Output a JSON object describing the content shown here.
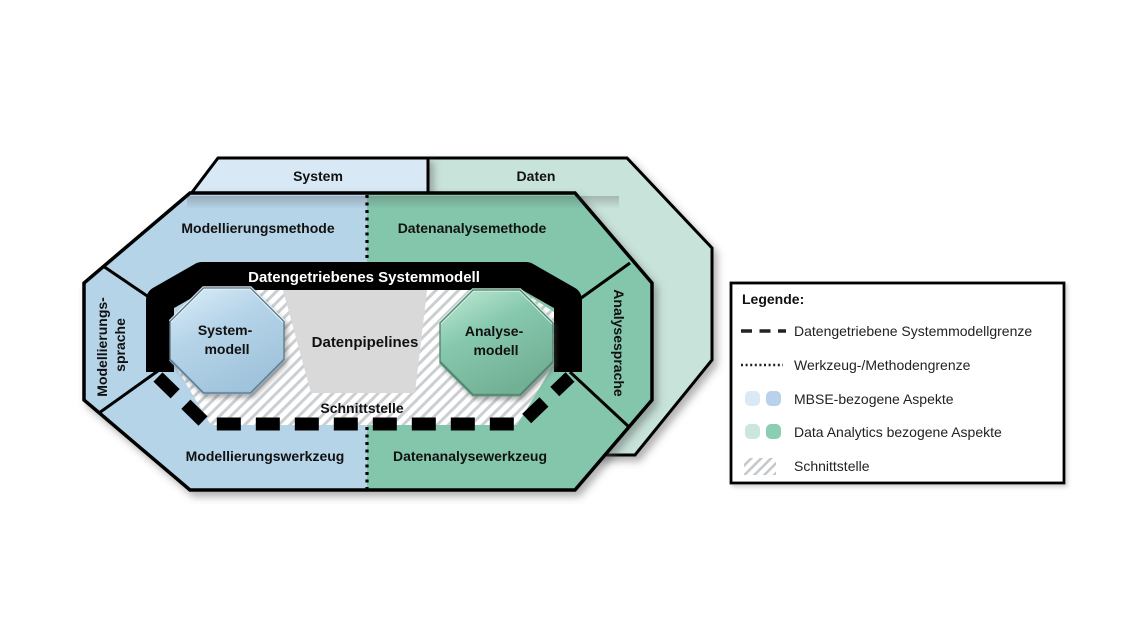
{
  "colors": {
    "background": "#ffffff",
    "system_band_blue": "#d8e8f4",
    "daten_band_green": "#c8e3da",
    "mbse_blue": "#b6d4e8",
    "analytics_green": "#84c6ac",
    "pipelines_gray": "#d9d9d9",
    "ring_black": "#000000",
    "systemmodell_blue": "#b4d3e8",
    "analysemodell_green": "#86c8ae",
    "legend_light_blue": "#dbe9f6",
    "legend_blue": "#b7d2ea",
    "legend_light_green": "#cbe7db",
    "legend_green": "#8bceb4"
  },
  "diagram": {
    "band_system": "System",
    "band_daten": "Daten",
    "section_modellierungsmethode": "Modellierungsmethode",
    "section_datenanalysemethode": "Datenanalysemethode",
    "section_modellierungssprache_line1": "Modellierungs-",
    "section_modellierungssprache_line2": "sprache",
    "section_analysesprache": "Analysesprache",
    "section_modellierungswerkzeug": "Modellierungswerkzeug",
    "section_datenanalysewerkzeug": "Datenanalysewerkzeug",
    "ring_title": "Datengetriebenes Systemmodell",
    "label_datenpipelines": "Datenpipelines",
    "label_schnittstelle": "Schnittstelle",
    "systemmodell_line1": "System-",
    "systemmodell_line2": "modell",
    "analysemodell_line1": "Analyse-",
    "analysemodell_line2": "modell"
  },
  "legend": {
    "title": "Legende:",
    "items": [
      {
        "sample": "dashed-line",
        "label": "Datengetriebene Systemmodellgrenze"
      },
      {
        "sample": "dotted-line",
        "label": "Werkzeug-/Methodengrenze"
      },
      {
        "sample": "blue-swatches",
        "label": "MBSE-bezogene Aspekte"
      },
      {
        "sample": "green-swatches",
        "label": "Data Analytics bezogene Aspekte"
      },
      {
        "sample": "hatch-swatch",
        "label": "Schnittstelle"
      }
    ]
  }
}
